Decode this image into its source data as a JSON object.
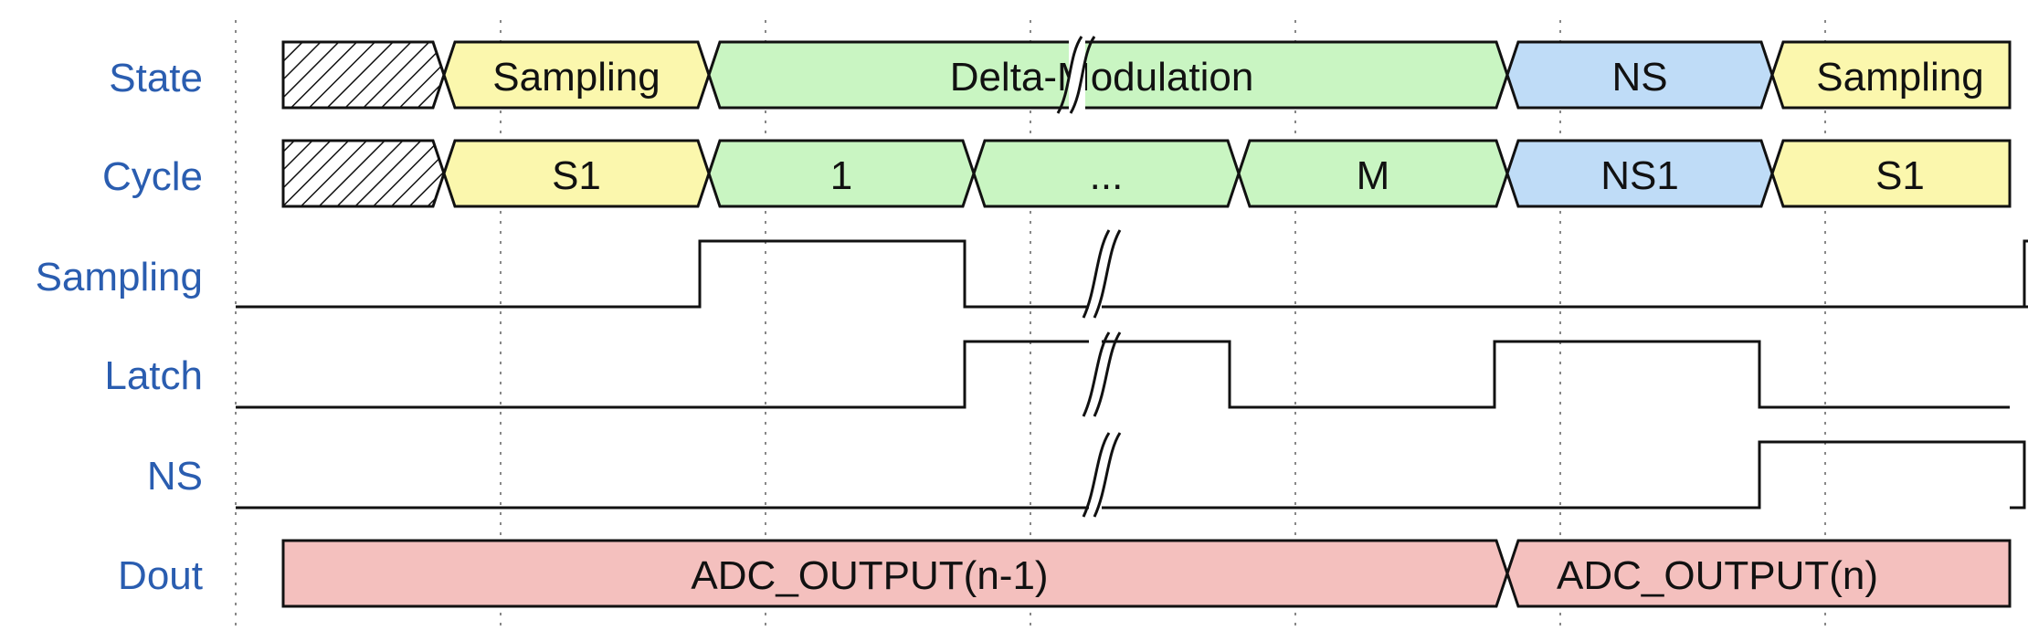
{
  "signal_labels": [
    "State",
    "Cycle",
    "Sampling",
    "Latch",
    "NS",
    "Dout"
  ],
  "state": [
    "",
    "Sampling",
    "Delta-Modulation",
    "NS",
    "Sampling"
  ],
  "cycle": [
    "",
    "S1",
    "1",
    "...",
    "M",
    "NS1",
    "S1"
  ],
  "dout": [
    "ADC_OUTPUT(n-1)",
    "ADC_OUTPUT(n)"
  ],
  "colors": {
    "label": "#2a5db0",
    "sampling": "#fbf7ad",
    "delta": "#c9f5c2",
    "ns": "#bfdcf7",
    "dout": "#f4c0be"
  },
  "waves": {
    "sampling": [
      0,
      1,
      0,
      0,
      0,
      0,
      1,
      0
    ],
    "latch": [
      0,
      0,
      1,
      0,
      1,
      0,
      0,
      0
    ],
    "ns": [
      0,
      0,
      0,
      0,
      0,
      1,
      0,
      0
    ]
  }
}
